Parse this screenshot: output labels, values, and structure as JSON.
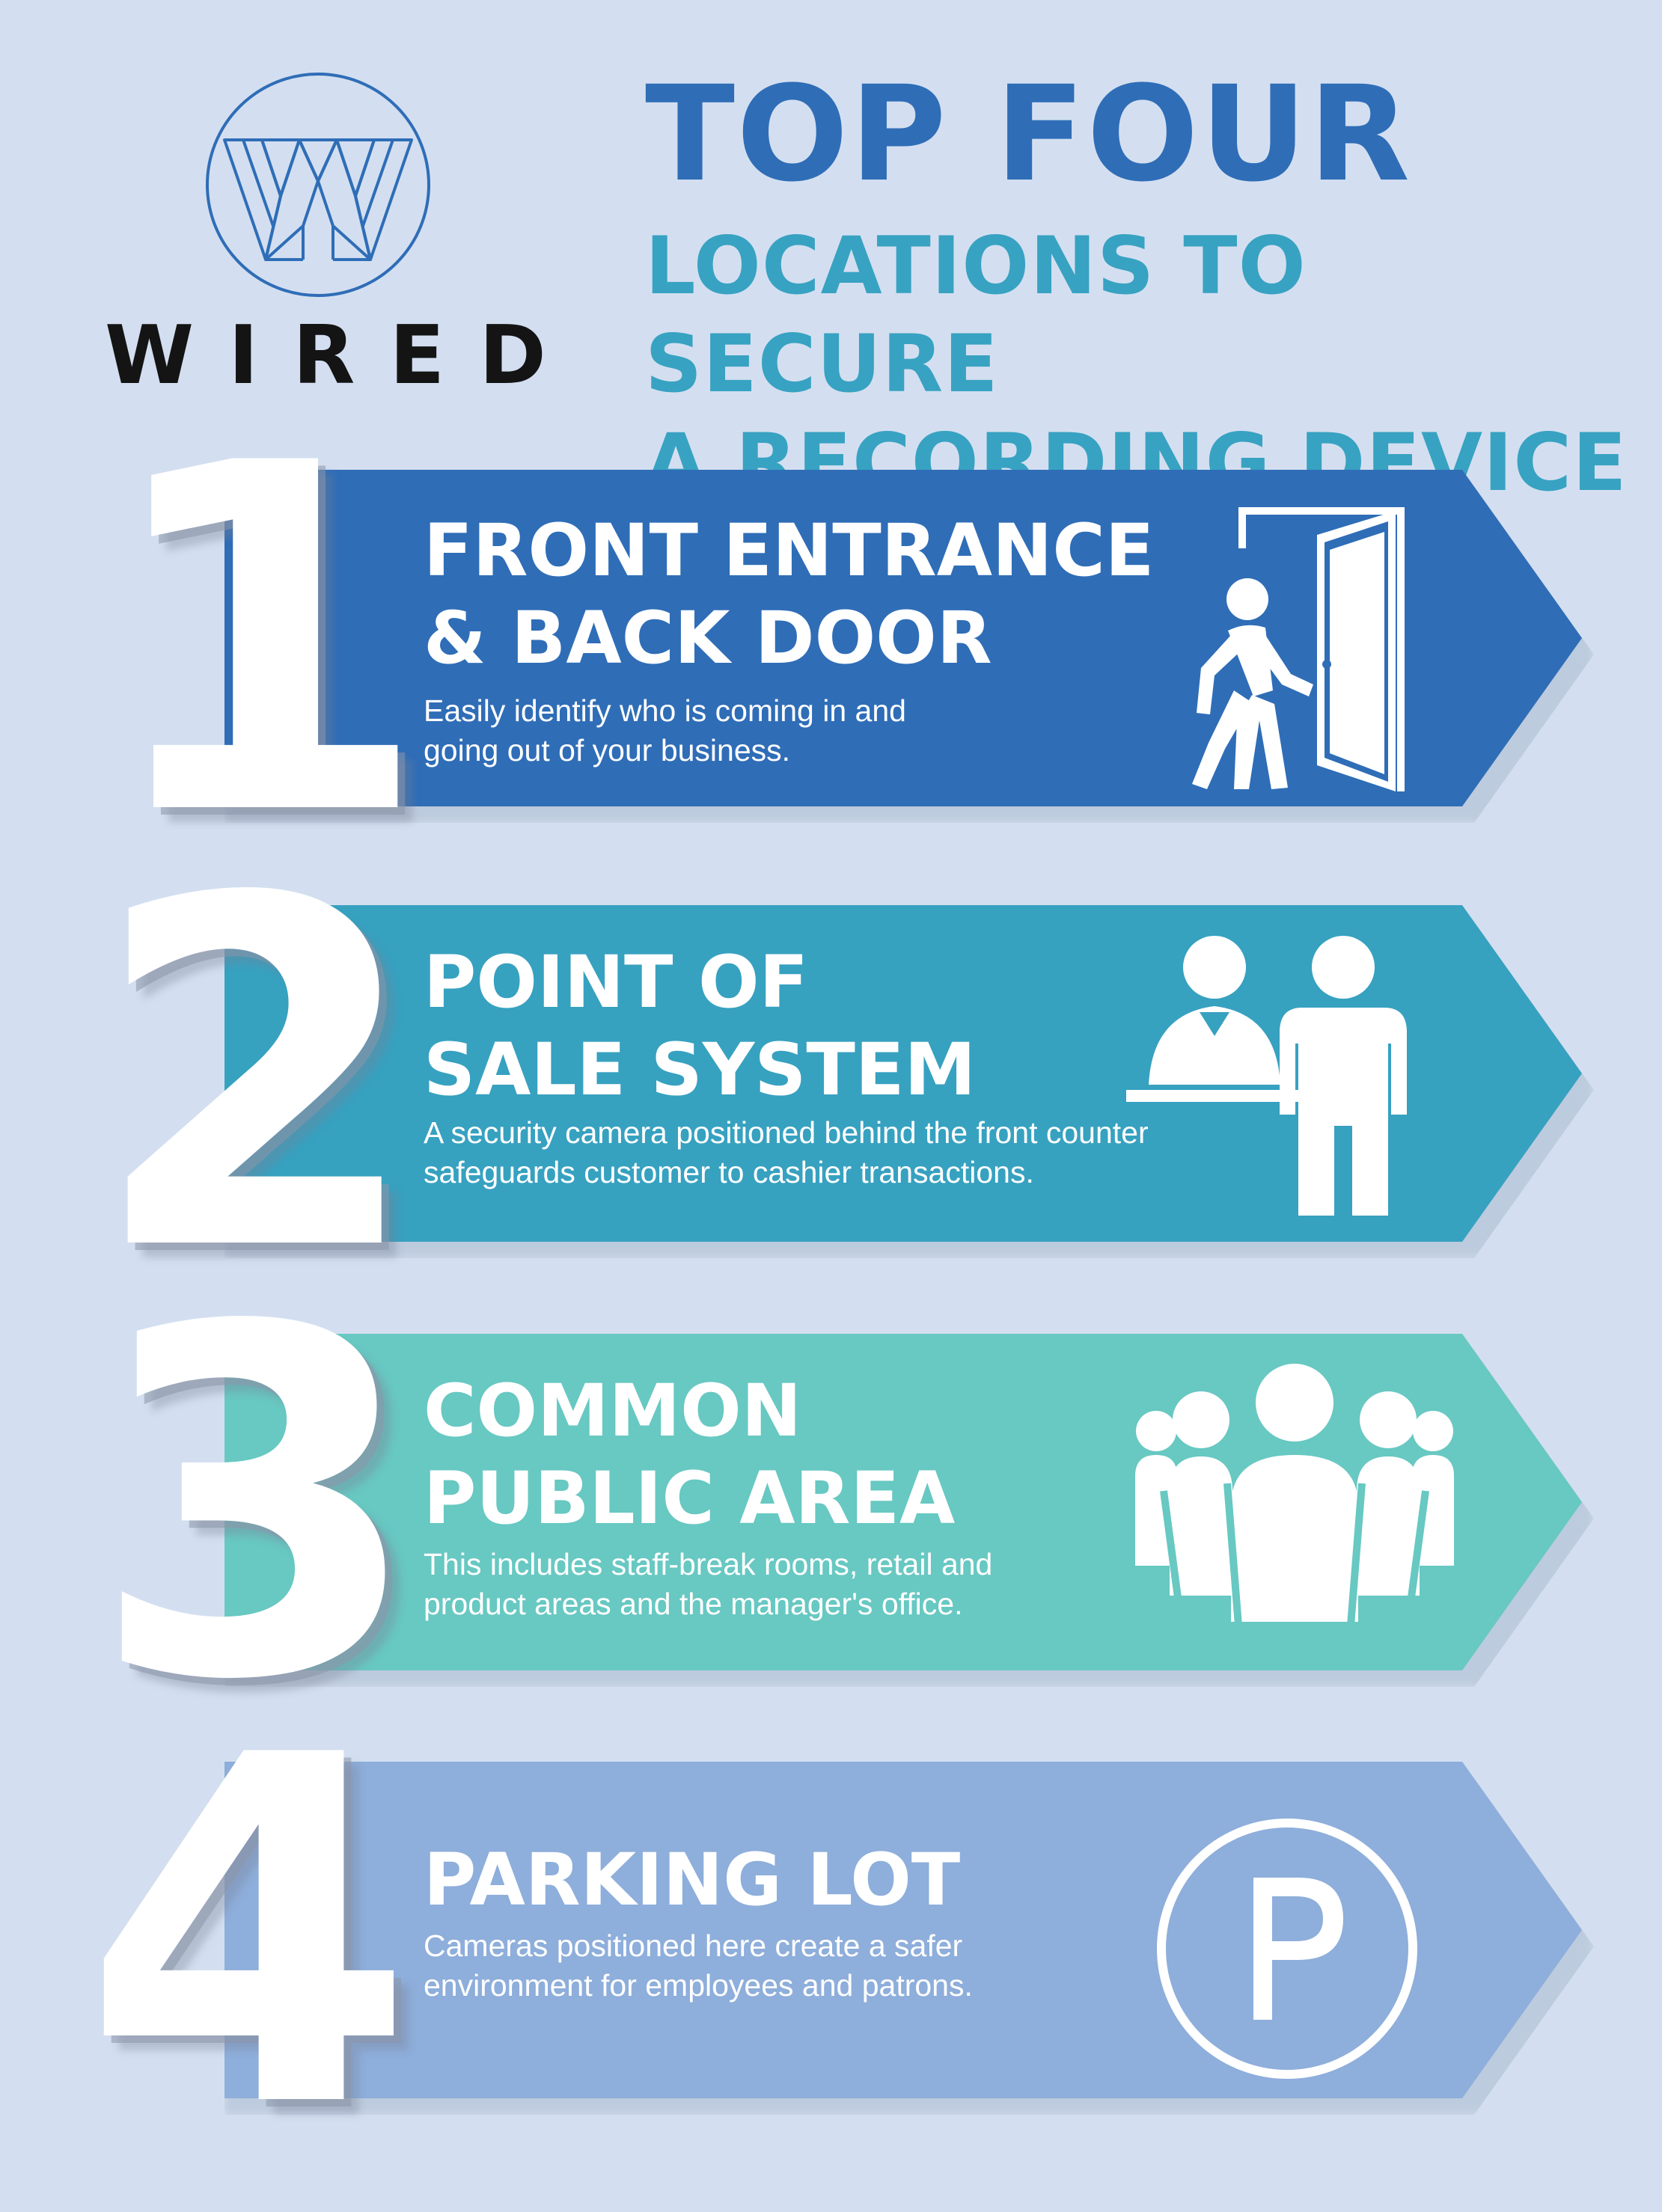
{
  "logo": {
    "wordmark": "WIRED"
  },
  "header": {
    "title": "TOP FOUR",
    "subtitle_line1": "LOCATIONS TO SECURE",
    "subtitle_line2": "A RECORDING DEVICE"
  },
  "colors": {
    "background": "#d3dff0",
    "title": "#2f6db7",
    "subtitle": "#38a2c2",
    "item1": "#2f6db7",
    "item2": "#37a1c0",
    "item3": "#68c8c2",
    "item4": "#8eaedb"
  },
  "items": [
    {
      "number": "1",
      "title": "FRONT ENTRANCE\n& BACK DOOR",
      "description": "Easily identify who is coming in and\ngoing out of your business.",
      "icon": "person-entering-door-icon"
    },
    {
      "number": "2",
      "title": "POINT OF\nSALE SYSTEM",
      "description": "A security camera positioned behind the front counter\nsafeguards customer to cashier transactions.",
      "icon": "cashier-customer-icon"
    },
    {
      "number": "3",
      "title": "COMMON\nPUBLIC AREA",
      "description": "This includes staff-break rooms, retail and\nproduct areas and the manager's office.",
      "icon": "group-of-people-icon"
    },
    {
      "number": "4",
      "title": "PARKING LOT",
      "description": "Cameras positioned here create a safer\nenvironment for employees and patrons.",
      "icon": "parking-icon"
    }
  ]
}
